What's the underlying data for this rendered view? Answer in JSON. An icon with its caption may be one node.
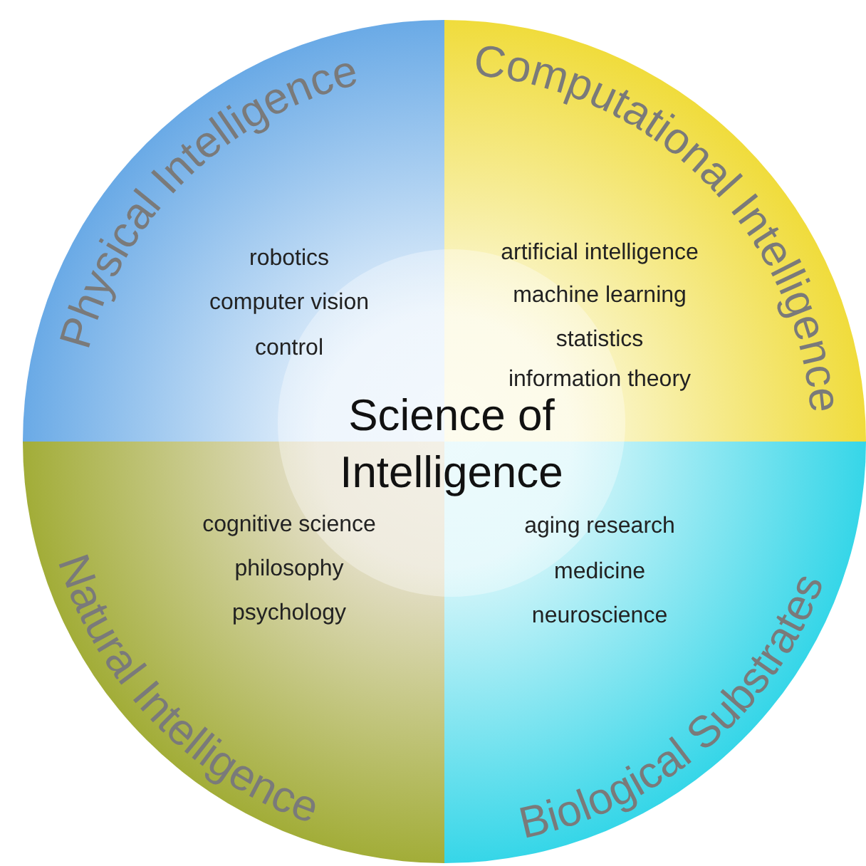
{
  "diagram": {
    "nodes": [
      {
        "text": [
          "Physical Intelligence",
          "robotics",
          "computer vision",
          "control"
        ]
      },
      {
        "text": [
          "Computational Intelligence",
          "artificial intelligence",
          "machine learning",
          "statistics",
          "information theory"
        ]
      },
      {
        "text": [
          "cognitive science",
          "philosophy",
          "psychology",
          "Natural Intelligence"
        ]
      },
      {
        "text": [
          "aging research",
          "medicine",
          "neuroscience",
          "Biological Substrates"
        ]
      },
      {
        "text": [
          "Science of Intelligence"
        ]
      }
    ]
  }
}
